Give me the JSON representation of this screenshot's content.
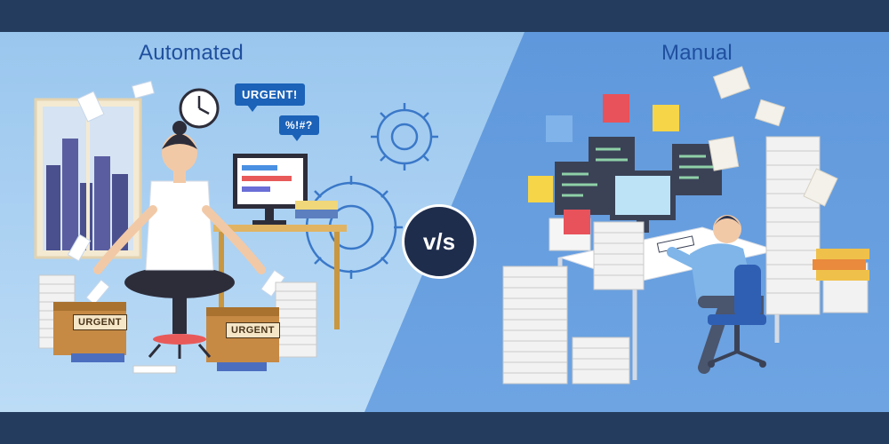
{
  "left_heading": "Automated",
  "right_heading": "Manual",
  "badge": "v/s",
  "bubbles": {
    "urgent": "URGENT!",
    "cursing": "%!#?"
  },
  "box_labels": [
    "URGENT",
    "URGENT"
  ],
  "colors": {
    "frame": "#243d5e",
    "left_background": "#a9d0f2",
    "right_background": "#6ea4e2",
    "heading": "#1f4f9e",
    "badge": "#1f2d4d",
    "sticky_notes": [
      "#f7d548",
      "#e8525a",
      "#7fb3ea"
    ]
  },
  "icons": [
    "clock-icon",
    "gear-icon",
    "window-icon",
    "monitor-icon",
    "office-chair-icon",
    "paper-stack-icon",
    "cardboard-box-icon"
  ]
}
